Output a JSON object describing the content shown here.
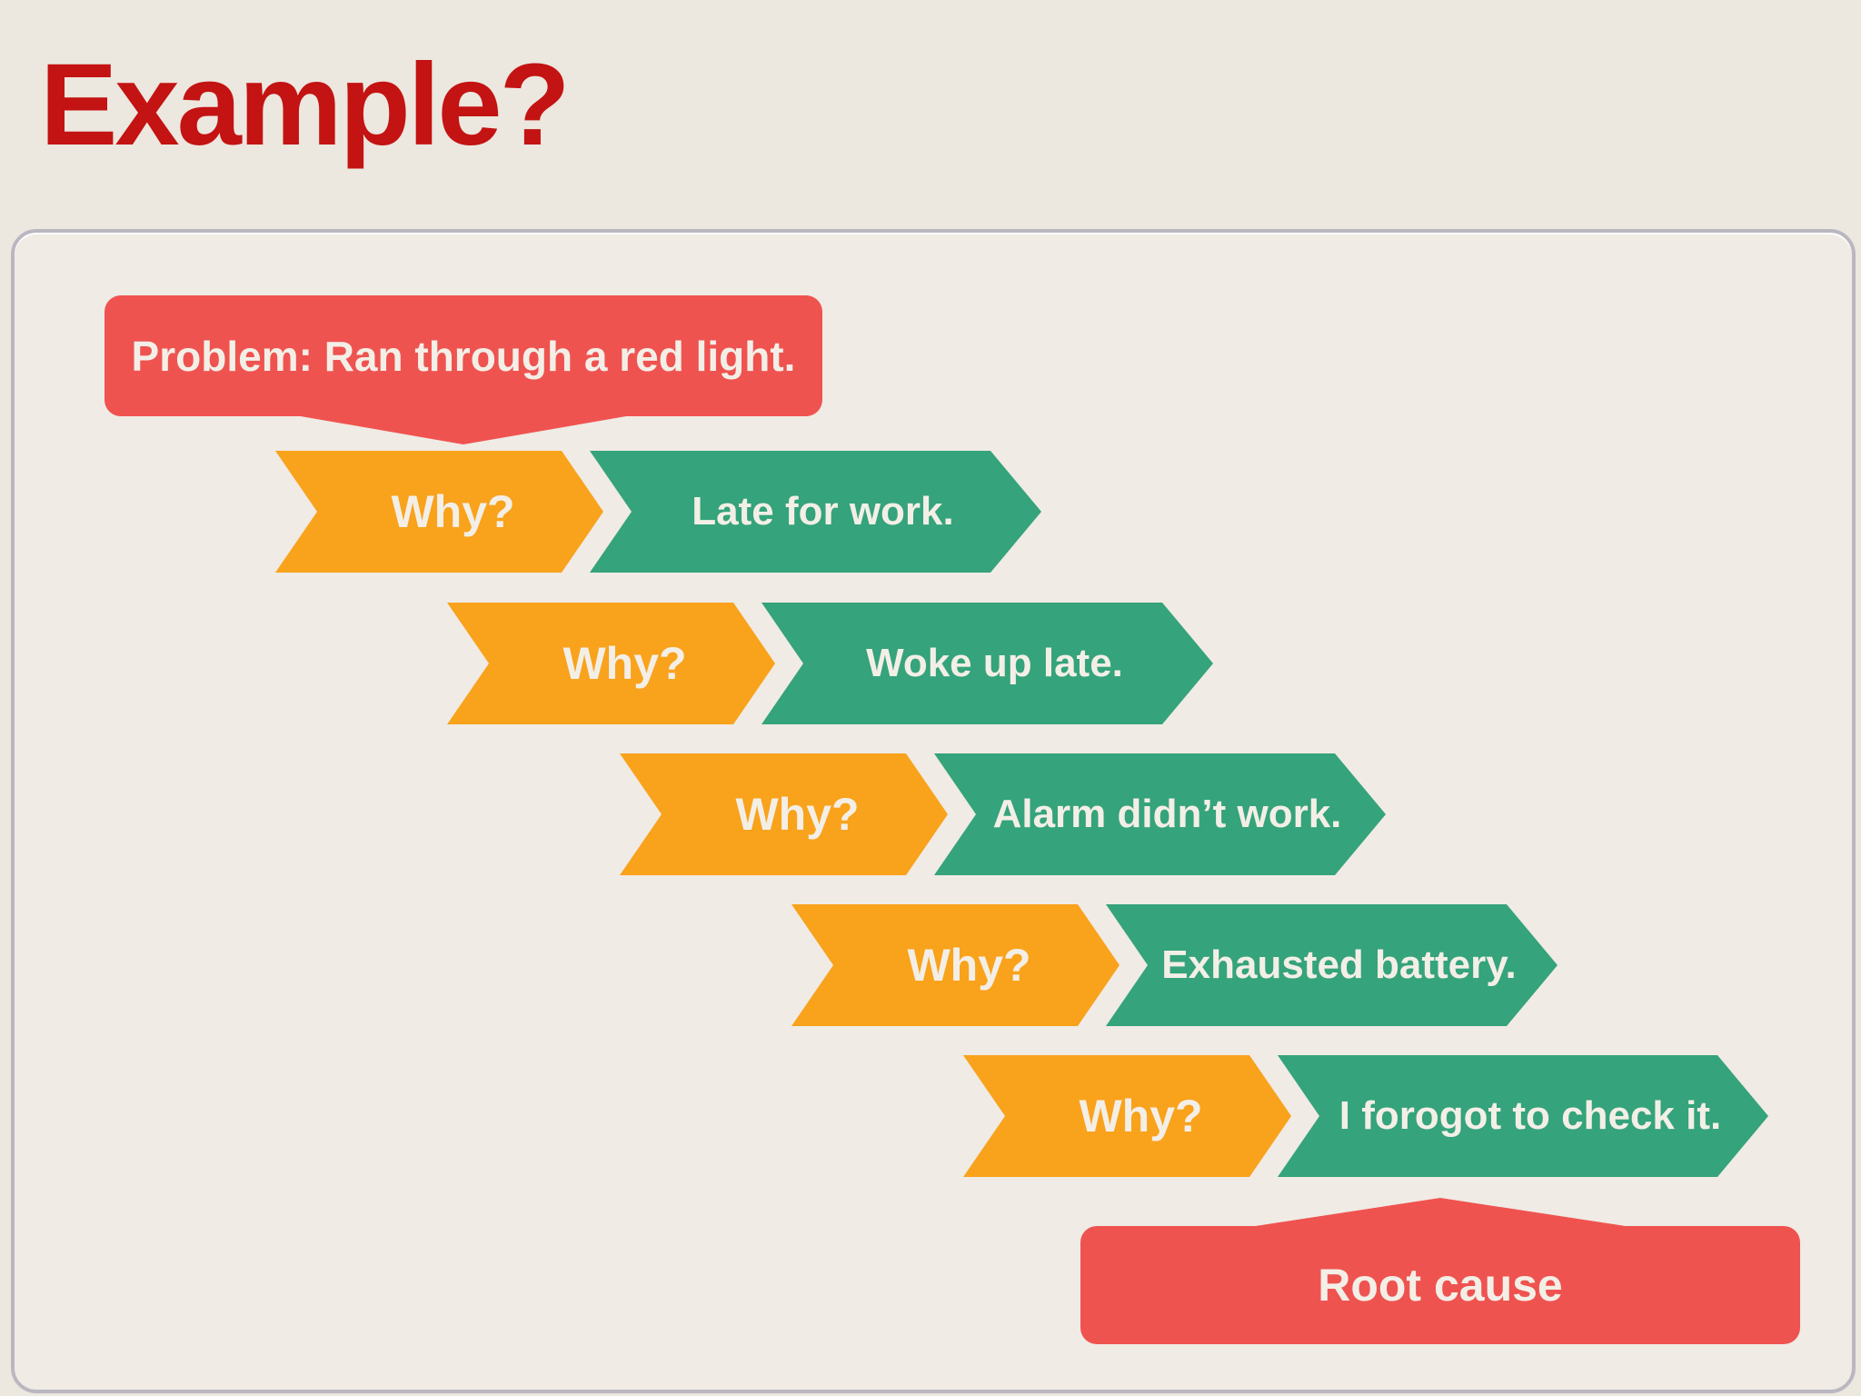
{
  "slide": {
    "title": "Example?"
  },
  "diagram": {
    "problem": "Problem: Ran through a red light.",
    "rows": [
      {
        "why": "Why?",
        "answer": "Late for work."
      },
      {
        "why": "Why?",
        "answer": "Woke up late."
      },
      {
        "why": "Why?",
        "answer": "Alarm didn’t work."
      },
      {
        "why": "Why?",
        "answer": "Exhausted battery."
      },
      {
        "why": "Why?",
        "answer": "I forogot to check it."
      }
    ],
    "root_cause": "Root cause"
  },
  "colors": {
    "title-red": "#C31312",
    "box-red": "#EF5350",
    "chevron-orange": "#F9A21C",
    "chevron-green": "#35A37B",
    "label-cream": "#F3EFE7",
    "canvas-beige": "#ECE7DF",
    "panel-beige": "#F0EBE4",
    "panel-border": "#BBB7C1"
  }
}
